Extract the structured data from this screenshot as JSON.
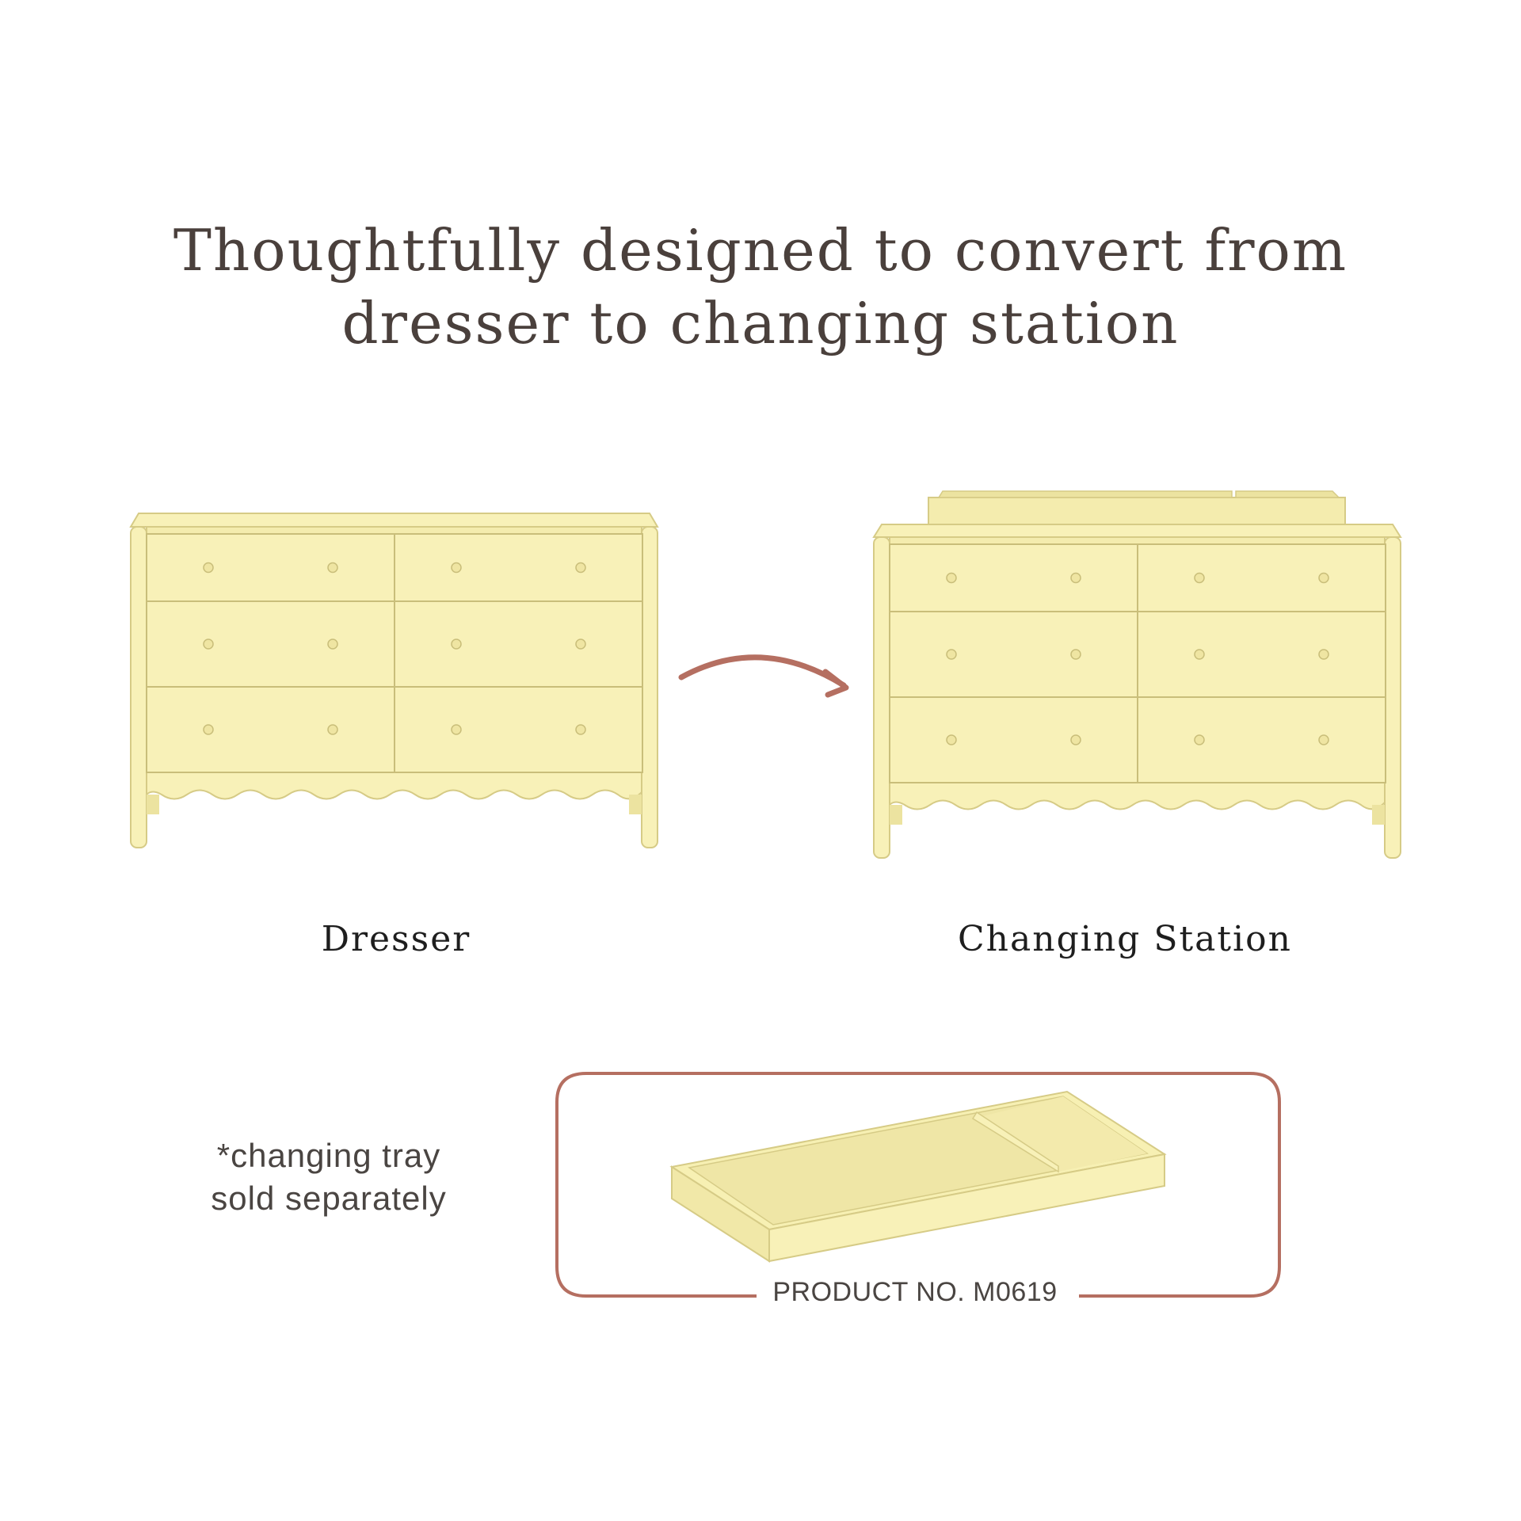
{
  "headline": {
    "line1": "Thoughtfully designed to convert from",
    "line2": "dresser to changing station"
  },
  "captions": {
    "dresser": "Dresser",
    "changing_station": "Changing Station"
  },
  "note": {
    "line1": "*changing tray",
    "line2": "sold separately"
  },
  "tray_callout": {
    "product_number": "PRODUCT NO. M0619"
  },
  "colors": {
    "furniture": "#f8f1b8",
    "furniture_shade": "#ece3a0",
    "outline": "#d6cb86",
    "accent": "#b56f61",
    "text": "#4a403c"
  },
  "icons": [
    "dresser-illustration",
    "changing-station-illustration",
    "curved-arrow-icon",
    "changing-tray-illustration"
  ]
}
